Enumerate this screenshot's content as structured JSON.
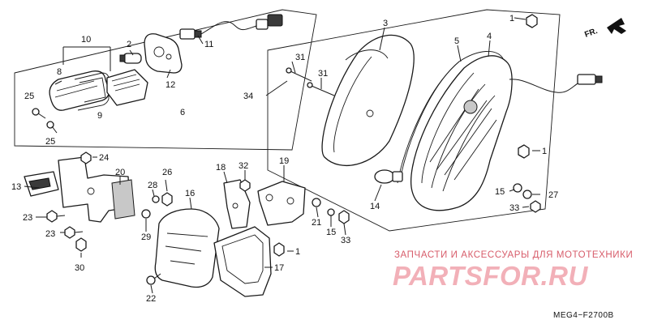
{
  "callouts": [
    {
      "id": "l1a",
      "text": "1"
    },
    {
      "id": "l1b",
      "text": "1"
    },
    {
      "id": "l1c",
      "text": "1"
    },
    {
      "id": "l2",
      "text": "2"
    },
    {
      "id": "l3",
      "text": "3"
    },
    {
      "id": "l4",
      "text": "4"
    },
    {
      "id": "l5",
      "text": "5"
    },
    {
      "id": "l6",
      "text": "6"
    },
    {
      "id": "l8",
      "text": "8"
    },
    {
      "id": "l9",
      "text": "9"
    },
    {
      "id": "l10",
      "text": "10"
    },
    {
      "id": "l11",
      "text": "11"
    },
    {
      "id": "l12",
      "text": "12"
    },
    {
      "id": "l13",
      "text": "13"
    },
    {
      "id": "l14",
      "text": "14"
    },
    {
      "id": "l15a",
      "text": "15"
    },
    {
      "id": "l15b",
      "text": "15"
    },
    {
      "id": "l16",
      "text": "16"
    },
    {
      "id": "l17",
      "text": "17"
    },
    {
      "id": "l18",
      "text": "18"
    },
    {
      "id": "l19",
      "text": "19"
    },
    {
      "id": "l20",
      "text": "20"
    },
    {
      "id": "l21",
      "text": "21"
    },
    {
      "id": "l22",
      "text": "22"
    },
    {
      "id": "l23a",
      "text": "23"
    },
    {
      "id": "l23b",
      "text": "23"
    },
    {
      "id": "l24",
      "text": "24"
    },
    {
      "id": "l25a",
      "text": "25"
    },
    {
      "id": "l25b",
      "text": "25"
    },
    {
      "id": "l26",
      "text": "26"
    },
    {
      "id": "l27",
      "text": "27"
    },
    {
      "id": "l28",
      "text": "28"
    },
    {
      "id": "l29",
      "text": "29"
    },
    {
      "id": "l30",
      "text": "30"
    },
    {
      "id": "l31a",
      "text": "31"
    },
    {
      "id": "l31b",
      "text": "31"
    },
    {
      "id": "l32",
      "text": "32"
    },
    {
      "id": "l33a",
      "text": "33"
    },
    {
      "id": "l33b",
      "text": "33"
    },
    {
      "id": "l34",
      "text": "34"
    }
  ],
  "direction_marker": "FR.",
  "diagram_code": "MEG4−F2700B",
  "watermark": {
    "text": "ЗАПЧАСТИ И АКСЕССУАРЫ ДЛЯ МОТОТЕХНИКИ",
    "logo": "PARTSFOR.RU",
    "color": "#d75c6a",
    "logo_color": "#f2b0b8"
  },
  "colors": {
    "line": "#1a1a1a",
    "background": "#ffffff"
  }
}
